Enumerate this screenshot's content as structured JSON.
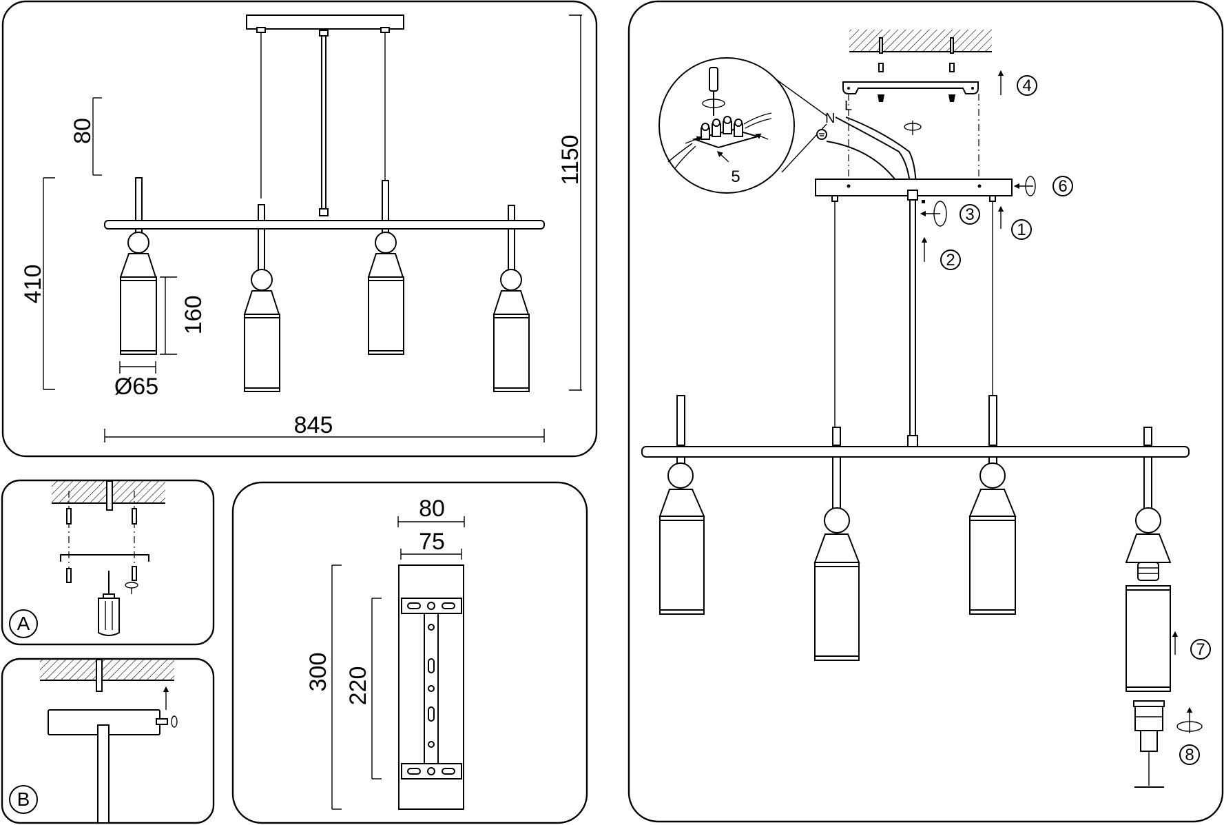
{
  "overview": {
    "dims": {
      "canopy_gap": "80",
      "body_height": "410",
      "shade_height": "160",
      "shade_diameter": "Ø65",
      "total_height": "1150",
      "total_width": "845"
    }
  },
  "mount_a": {
    "label": "A"
  },
  "mount_b": {
    "label": "B"
  },
  "bracket": {
    "dims": {
      "outer_width": "80",
      "inner_width": "75",
      "length": "300",
      "hole_spacing": "220"
    }
  },
  "assembly": {
    "steps": [
      "1",
      "2",
      "3",
      "4",
      "5",
      "6",
      "7",
      "8"
    ],
    "wire_labels": {
      "neutral": "N",
      "live": "L"
    }
  }
}
